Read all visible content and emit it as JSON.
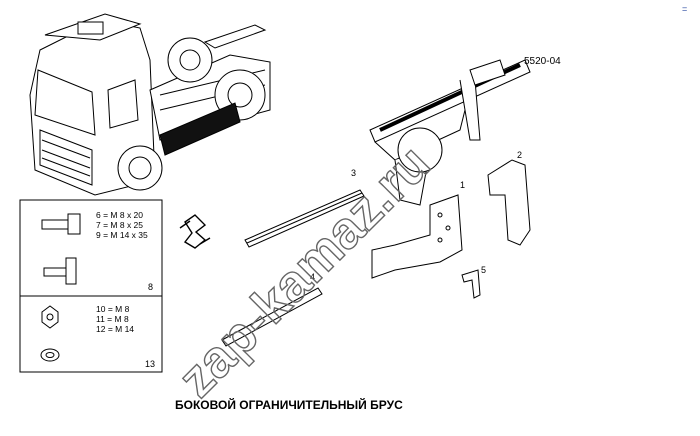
{
  "drawing_code": "5520-04",
  "caption": "БОКОВОЙ ОГРАНИЧИТЕЛЬНЫЙ БРУС",
  "watermark": "zap-kamaz.ru",
  "corner_mark": "=",
  "parts": {
    "p1": "1",
    "p2": "2",
    "p3": "3",
    "p4": "4",
    "p5": "5"
  },
  "fasteners": {
    "bolts": [
      "6 = M 8 x 20",
      "7 = M 8 x 25",
      "9 = M 14 x 35"
    ],
    "bolt_group_num": "8",
    "nuts": [
      "10 = M 8",
      "11 = M 8",
      "12 = M 14"
    ],
    "washer_group_num": "13"
  }
}
